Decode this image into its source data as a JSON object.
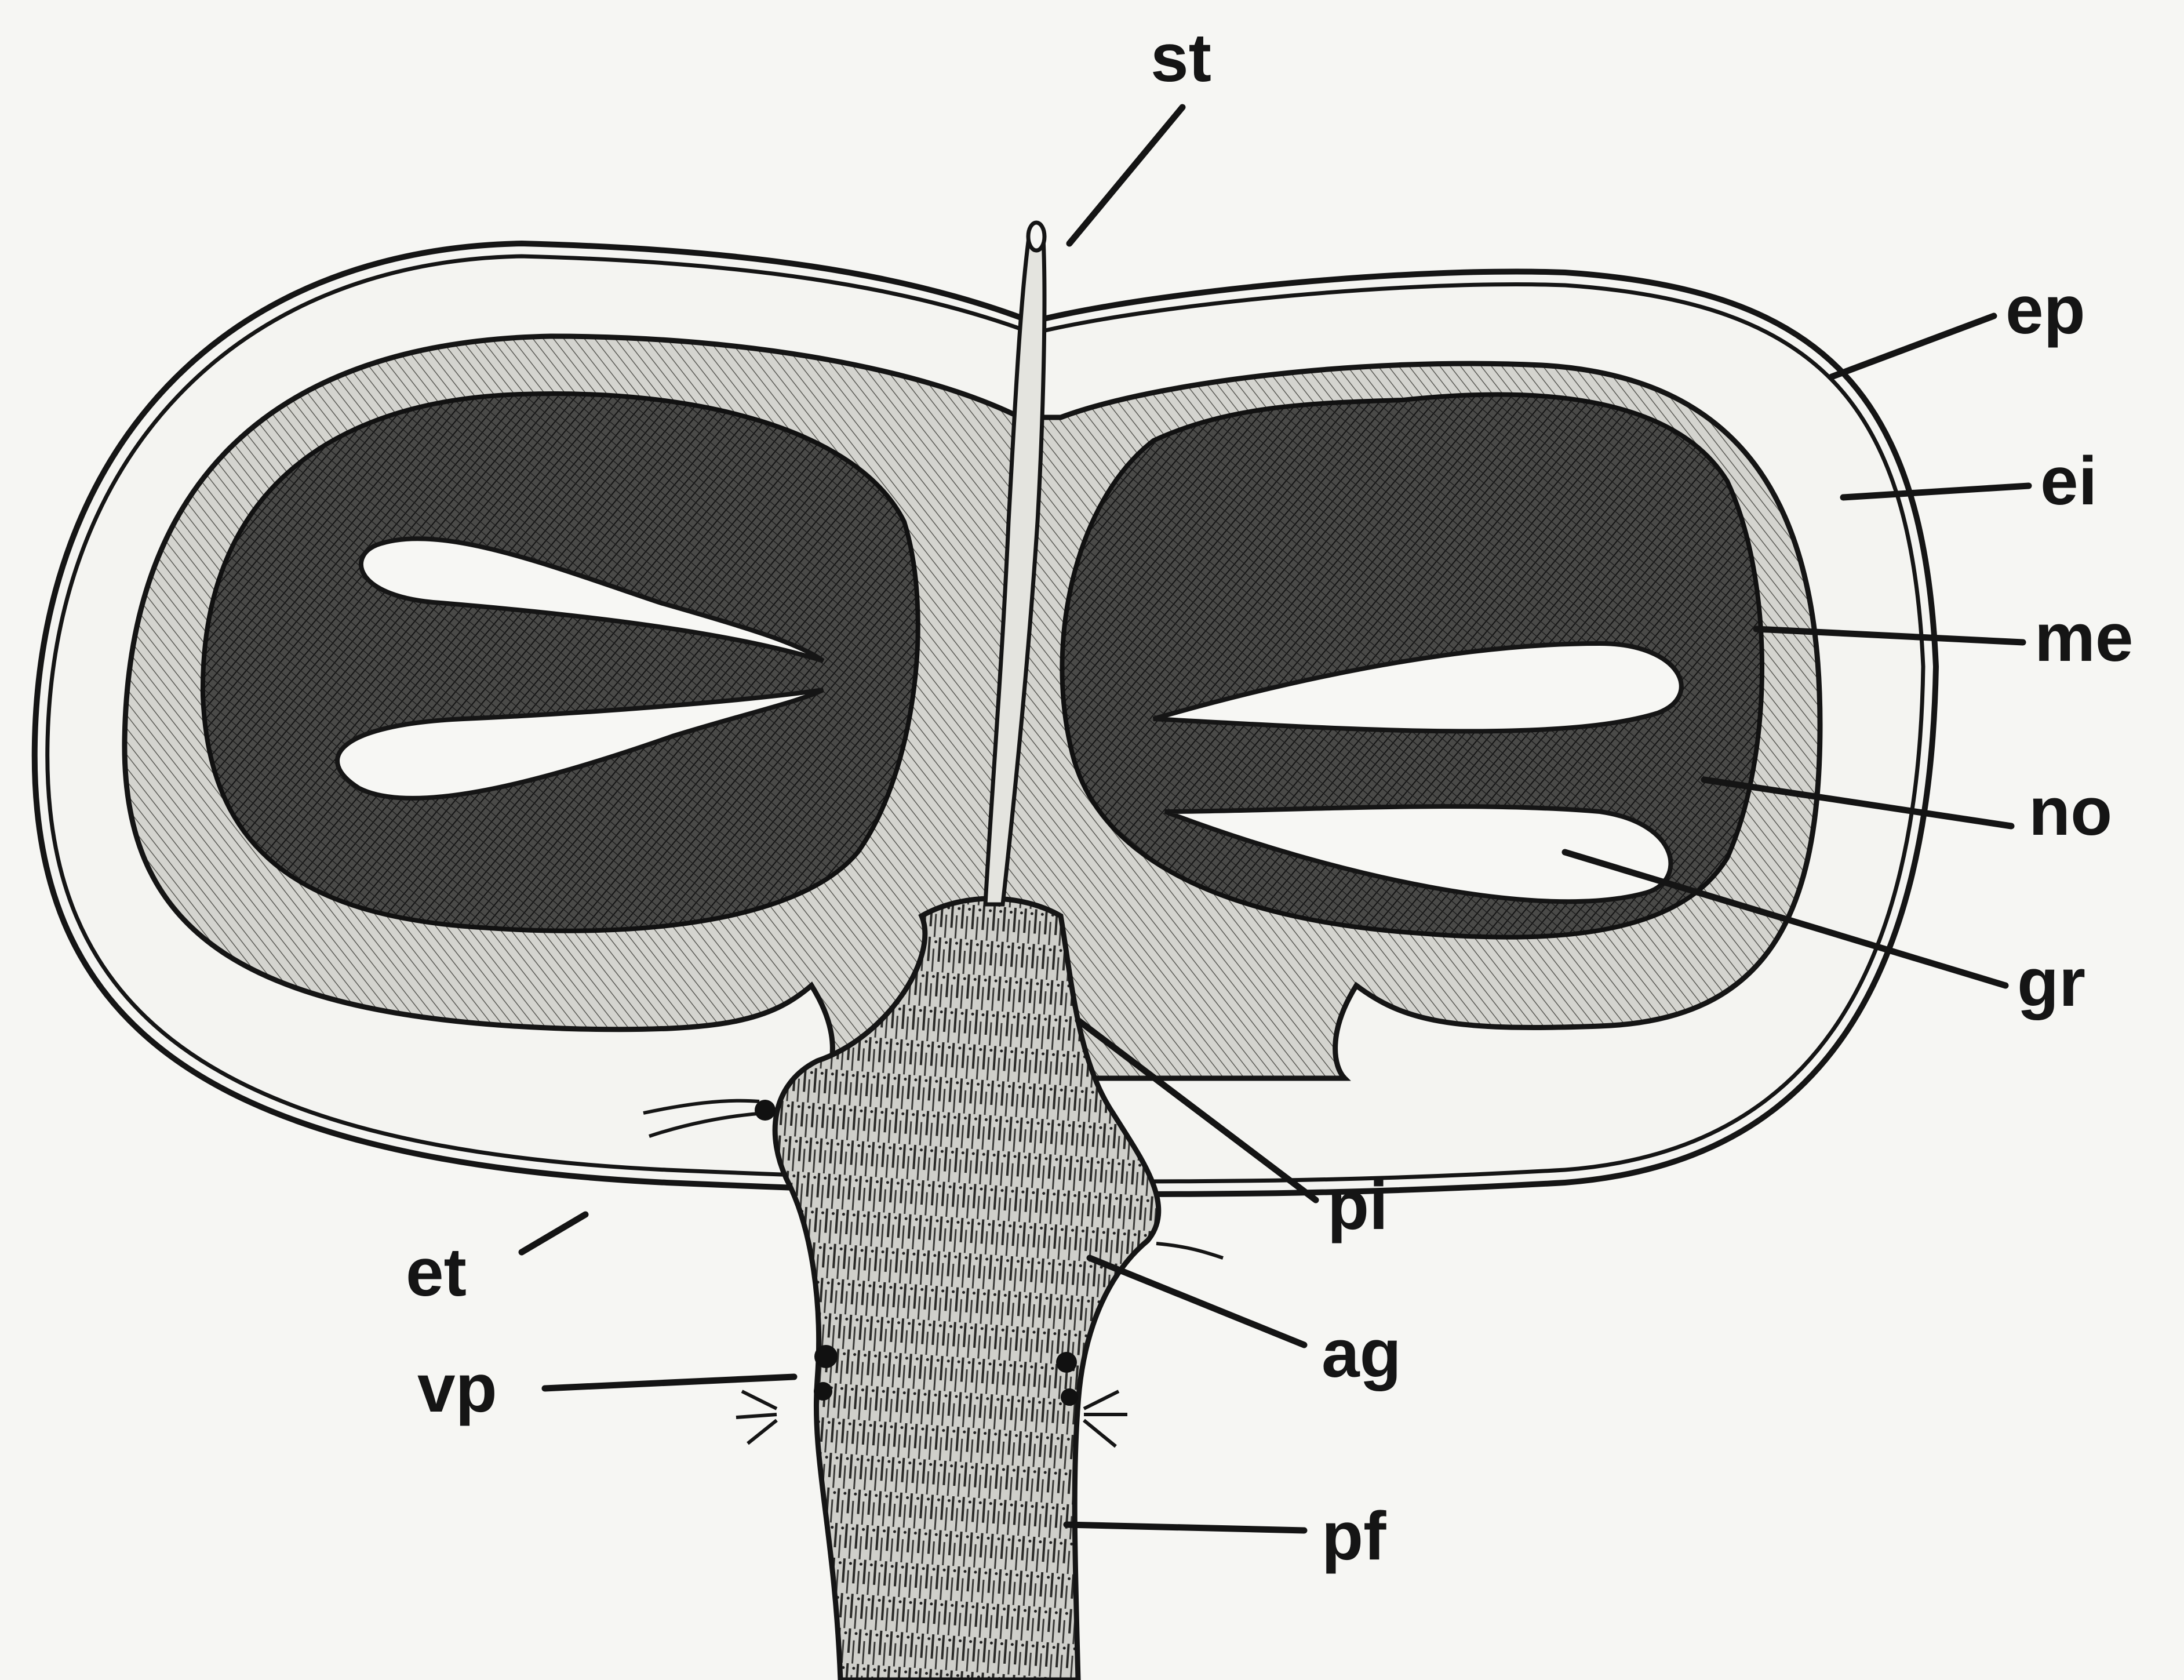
{
  "figure": {
    "labels": {
      "st": "st",
      "ep": "ep",
      "ei": "ei",
      "me": "me",
      "no": "no",
      "gr": "gr",
      "pi": "pi",
      "ag": "ag",
      "et": "et",
      "vp": "vp",
      "pf": "pf"
    }
  },
  "colors": {
    "background": "#f6f6f3",
    "ink": "#151515",
    "nucellus_dark": "#3a3a3a",
    "mesocarp_mid": "#b9b9b4"
  }
}
